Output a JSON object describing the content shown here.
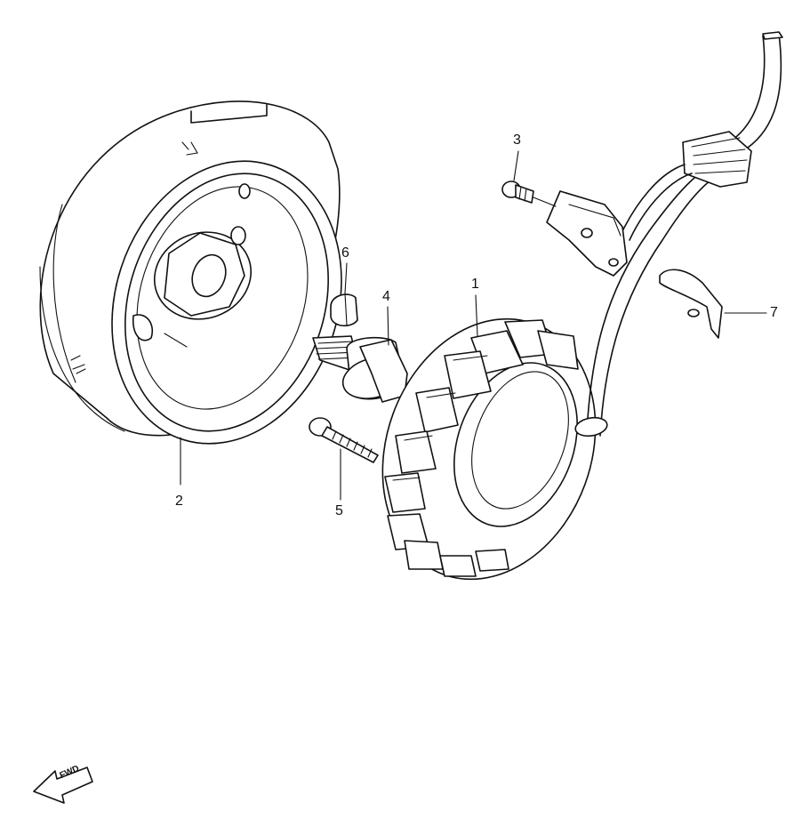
{
  "callouts": [
    {
      "id": "stator",
      "number": "1"
    },
    {
      "id": "rotor",
      "number": "2"
    },
    {
      "id": "screw",
      "number": "3"
    },
    {
      "id": "rotor-bolt",
      "number": "4"
    },
    {
      "id": "stator-bolt",
      "number": "5"
    },
    {
      "id": "key",
      "number": "6"
    },
    {
      "id": "clamp",
      "number": "7"
    }
  ],
  "direction_badge": {
    "text": "FWD"
  }
}
